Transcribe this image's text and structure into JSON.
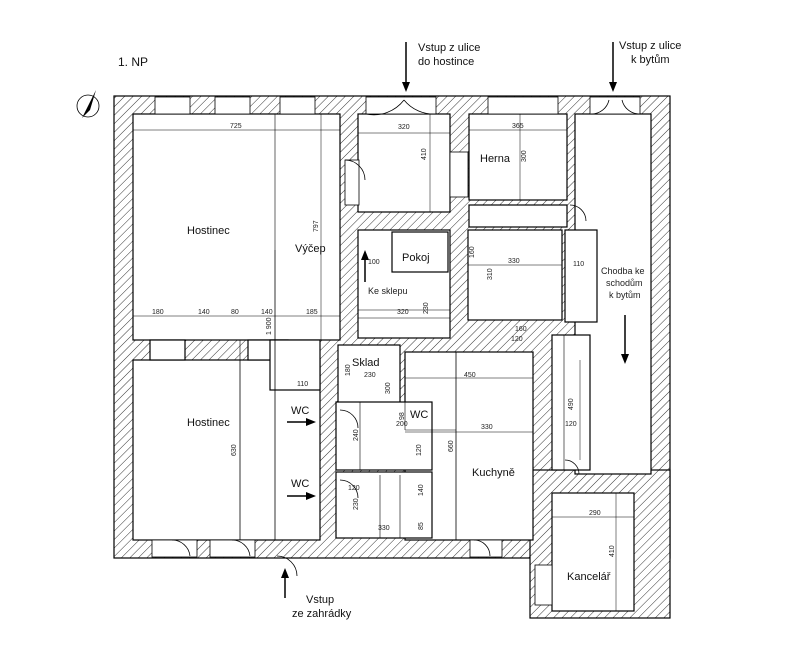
{
  "floor": "1. NP",
  "entrances": {
    "street_pub": [
      "Vstup z ulice",
      "do hostince"
    ],
    "street_flats": [
      "Vstup z ulice",
      "k bytům"
    ],
    "garden": [
      "Vstup",
      "ze zahrádky"
    ]
  },
  "rooms": {
    "hostinec_top": "Hostinec",
    "vycep": "Výčep",
    "hostinec_bottom": "Hostinec",
    "herna": "Herna",
    "pokoj": "Pokoj",
    "ke_sklepu": "Ke sklepu",
    "sklad": "Sklad",
    "wc1": "WC",
    "wc2": "WC",
    "wc3": "WC",
    "kuchyne": "Kuchyně",
    "kancelar": "Kancelář",
    "chodba": [
      "Chodba ke",
      "schodům",
      "k bytům"
    ]
  },
  "dims": {
    "d725": "725",
    "d797": "797",
    "d180": "180",
    "d140a": "140",
    "d80": "80",
    "d140b": "140",
    "d1900": "1 900",
    "d185": "185",
    "d110a": "110",
    "d630": "630",
    "d320a": "320",
    "d410a": "410",
    "d365": "365",
    "d300a": "300",
    "d100": "100",
    "d160a": "160",
    "d310": "310",
    "d330a": "330",
    "d110b": "110",
    "d320b": "320",
    "d230a": "230",
    "d160b": "160",
    "d120a": "120",
    "d180b": "180",
    "d230b": "230",
    "d300b": "300",
    "d450": "450",
    "d98": "98",
    "d200": "200",
    "d240": "240",
    "d120b": "120",
    "d330b": "330",
    "d660": "660",
    "d120c": "120",
    "d140c": "140",
    "d230c": "230",
    "d330c": "330",
    "d85": "85",
    "d490": "490",
    "d120d": "120",
    "d290": "290",
    "d410b": "410"
  }
}
